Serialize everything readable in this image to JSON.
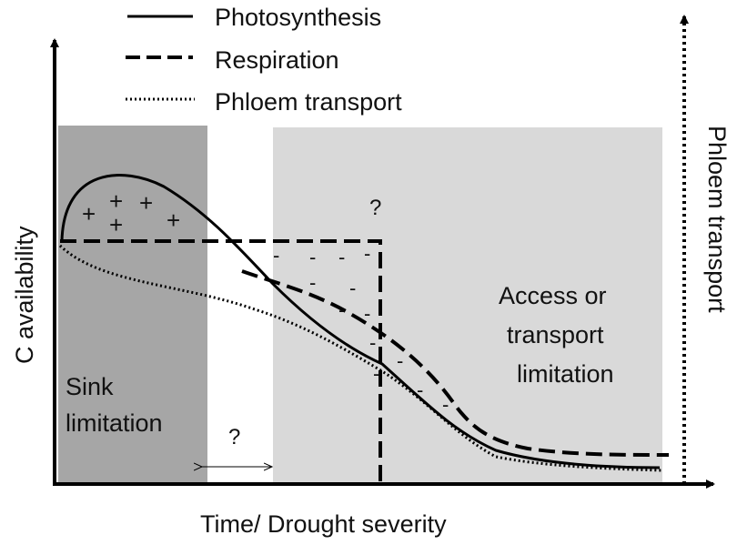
{
  "legend": {
    "photosynthesis": "Photosynthesis",
    "respiration": "Respiration",
    "phloem": "Phloem transport"
  },
  "axes": {
    "y_label": "C availability",
    "x_label": "Time/ Drought severity",
    "right_label": "Phloem transport"
  },
  "regions": {
    "sink_line1": "Sink",
    "sink_line2": "limitation",
    "access_line1": "Access or",
    "access_line2": "transport",
    "access_line3": "limitation"
  },
  "marks": {
    "question": "?",
    "plus": "+",
    "minus": "-"
  },
  "colors": {
    "sink_region": "#a6a6a6",
    "access_region": "#d9d9d9",
    "line": "#000000"
  }
}
